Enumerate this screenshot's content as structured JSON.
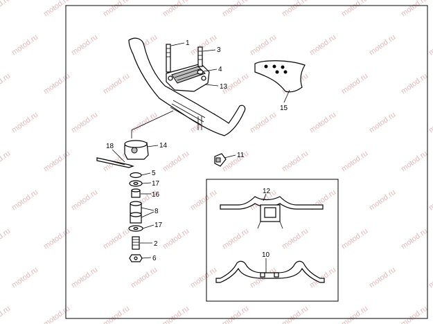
{
  "watermark": {
    "text": "motod.ru",
    "color": "#e6b9b9"
  },
  "callouts": [
    {
      "id": "c1",
      "label": "1"
    },
    {
      "id": "c3",
      "label": "3"
    },
    {
      "id": "c4",
      "label": "4"
    },
    {
      "id": "c13",
      "label": "13"
    },
    {
      "id": "c15",
      "label": "15"
    },
    {
      "id": "c18",
      "label": "18"
    },
    {
      "id": "c14",
      "label": "14"
    },
    {
      "id": "c11",
      "label": "11"
    },
    {
      "id": "c5",
      "label": "5"
    },
    {
      "id": "c17a",
      "label": "17"
    },
    {
      "id": "c16",
      "label": "16"
    },
    {
      "id": "c8",
      "label": "8"
    },
    {
      "id": "c17b",
      "label": "17"
    },
    {
      "id": "c2",
      "label": "2"
    },
    {
      "id": "c6",
      "label": "6"
    },
    {
      "id": "c12",
      "label": "12"
    },
    {
      "id": "c10",
      "label": "10"
    }
  ]
}
